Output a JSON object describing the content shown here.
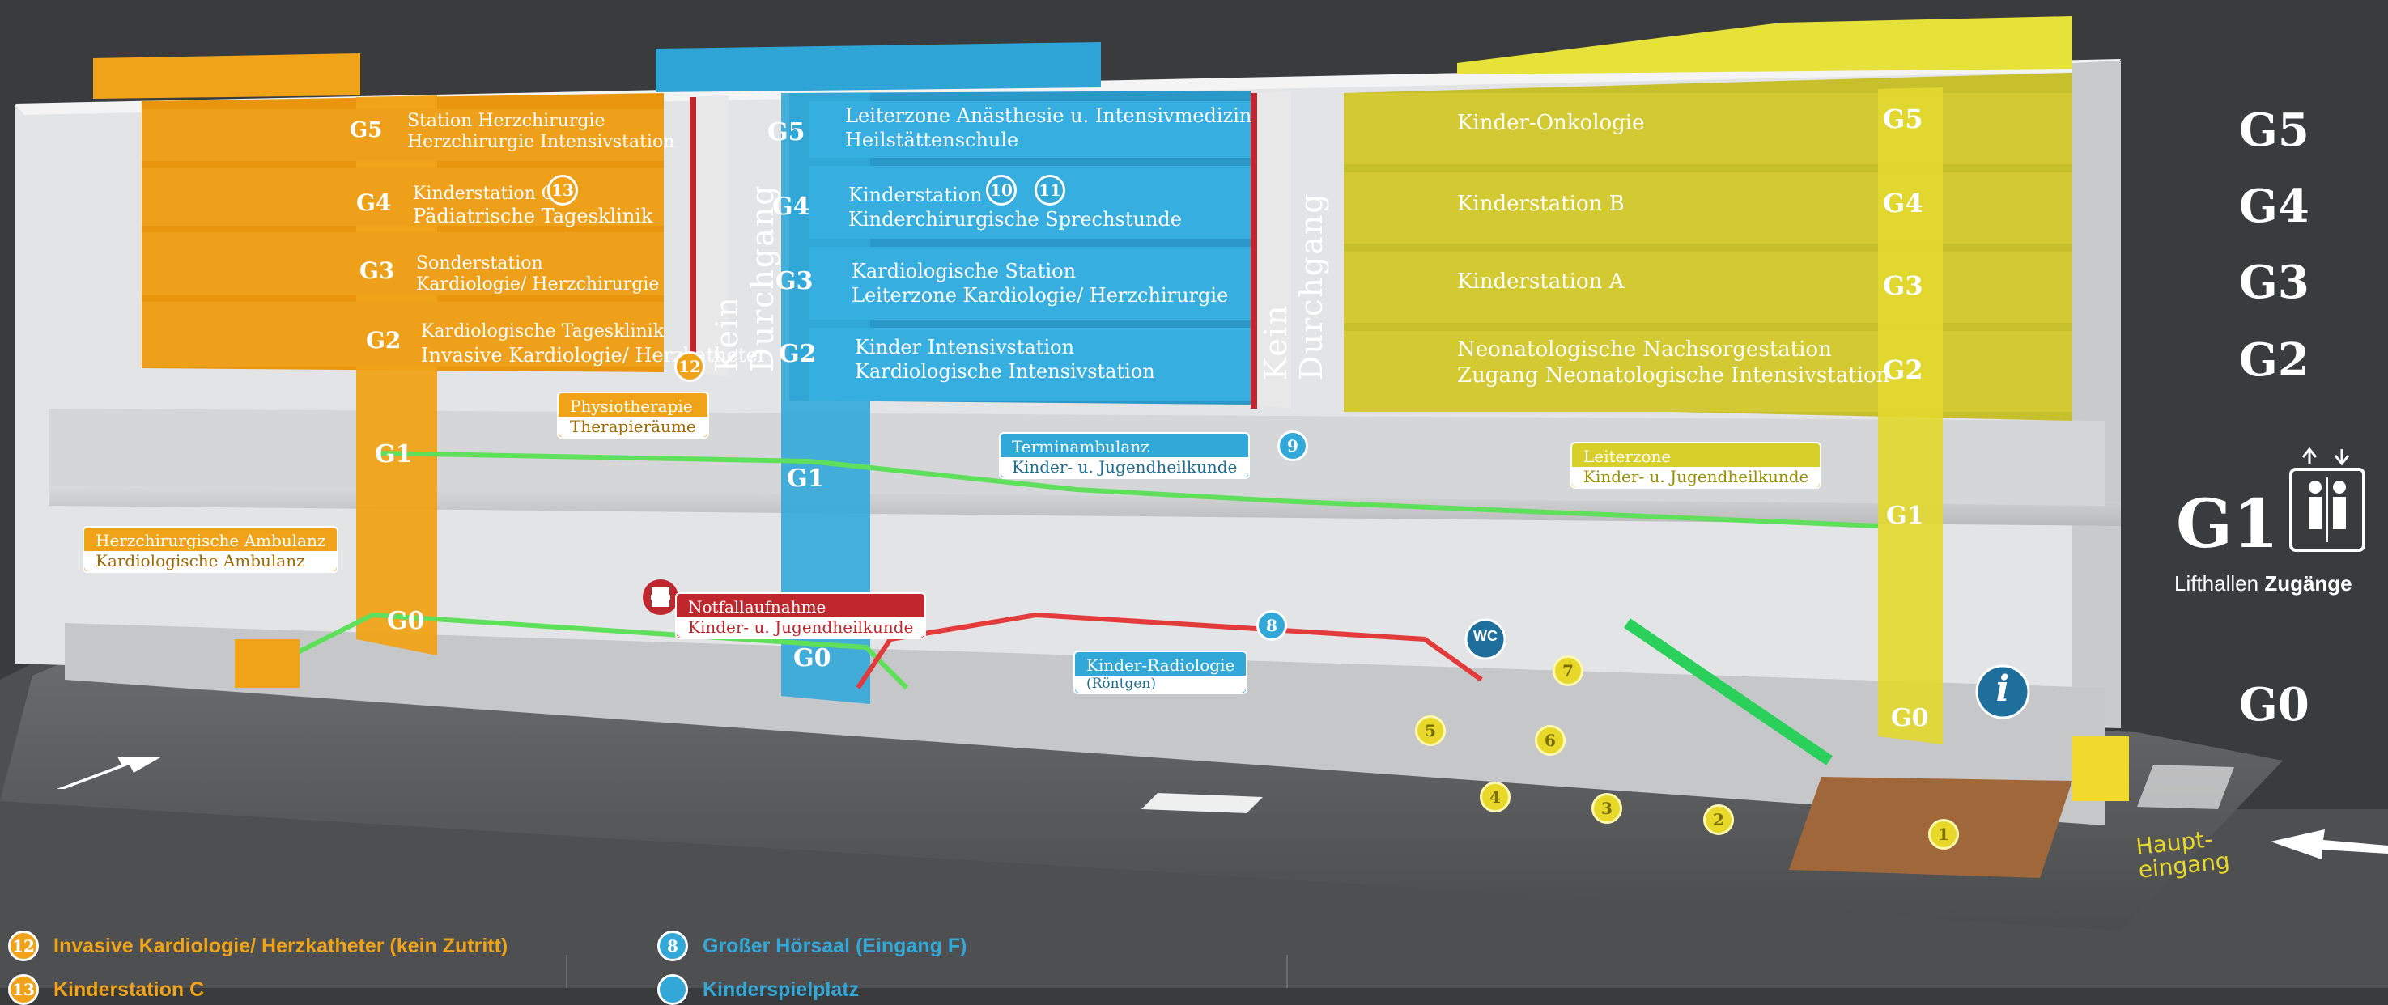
{
  "building": {
    "left_wing": {
      "floors": [
        {
          "level": "G5",
          "lines": [
            "Station Herzchirurgie",
            "Herzchirurgie Intensivstation"
          ]
        },
        {
          "level": "G4",
          "lines": [
            "Kinderstation C",
            "Pädiatrische Tagesklinik"
          ],
          "marker": "13"
        },
        {
          "level": "G3",
          "lines": [
            "Sonderstation",
            "Kardiologie/ Herzchirurgie"
          ]
        },
        {
          "level": "G2",
          "lines": [
            "Kardiologische Tagesklinik",
            "Invasive Kardiologie/ Herzkatheter"
          ],
          "marker": "12"
        }
      ],
      "ground_levels": {
        "g1": "G1",
        "g0": "G0"
      }
    },
    "middle_wing": {
      "floors": [
        {
          "level": "G5",
          "lines": [
            "Leiterzone Anästhesie u. Intensivmedizin",
            "Heilstättenschule"
          ]
        },
        {
          "level": "G4",
          "lines": [
            "Kinderstation D",
            "Kinderchirurgische Sprechstunde"
          ],
          "markers": [
            "10",
            "11"
          ]
        },
        {
          "level": "G3",
          "lines": [
            "Kardiologische Station",
            "Leiterzone Kardiologie/ Herzchirurgie"
          ]
        },
        {
          "level": "G2",
          "lines": [
            "Kinder Intensivstation",
            "Kardiologische Intensivstation"
          ]
        }
      ],
      "ground_levels": {
        "g1": "G1",
        "g0": "G0"
      }
    },
    "right_wing": {
      "floors": [
        {
          "level": "G5",
          "lines": [
            "Kinder-Onkologie"
          ]
        },
        {
          "level": "G4",
          "lines": [
            "Kinderstation B"
          ]
        },
        {
          "level": "G3",
          "lines": [
            "Kinderstation A"
          ]
        },
        {
          "level": "G2",
          "lines": [
            "Neonatologische Nachsorgestation",
            "Zugang Neonatologische Intensivstation"
          ]
        }
      ],
      "ground_levels": {
        "g1": "G1",
        "g0": "G0"
      }
    },
    "passages": [
      "Kein Durchgang",
      "Kein Durchgang"
    ],
    "tags": {
      "physio": [
        "Physiotherapie",
        "Therapieräume"
      ],
      "termin": [
        "Terminambulanz",
        "Kinder- u. Jugendheilkunde"
      ],
      "leiter": [
        "Leiterzone",
        "Kinder- u. Jugendheilkunde"
      ],
      "herzamb": [
        "Herzchirurgische Ambulanz",
        "Kardiologische Ambulanz"
      ],
      "notfall": [
        "Notfallaufnahme",
        "Kinder- u. Jugendheilkunde"
      ],
      "radio": [
        "Kinder-Radiologie",
        "(Röntgen)"
      ]
    },
    "markers": {
      "m9": "9",
      "m8": "8",
      "m7": "7",
      "m6": "6",
      "m5": "5",
      "m4": "4",
      "m3": "3",
      "m2": "2",
      "m1": "1"
    },
    "wc": "WC",
    "info_icon": "i",
    "entrance": [
      "Haupt-",
      "eingang"
    ]
  },
  "level_index": {
    "levels": [
      "G5",
      "G4",
      "G3",
      "G2",
      "G1",
      "G0"
    ],
    "lift_caption_prefix": "Lifthallen",
    "lift_caption_bold": "Zugänge"
  },
  "legend": [
    {
      "number": "12",
      "text": "Invasive Kardiologie/ Herzkatheter (kein Zutritt)",
      "color": "#f0a319"
    },
    {
      "number": "13",
      "text": "Kinderstation C",
      "color": "#f0a319"
    },
    {
      "number": "8",
      "text": "Großer Hörsaal (Eingang F)",
      "color": "#32a8d8"
    },
    {
      "number": "",
      "text": "Kinderspielplatz",
      "color": "#32a8d8"
    }
  ],
  "colors": {
    "orange": "#f0a319",
    "blue": "#32a8d8",
    "yellow": "#d8cf2a",
    "red": "#c0262d",
    "background": "#3a3b3c"
  }
}
